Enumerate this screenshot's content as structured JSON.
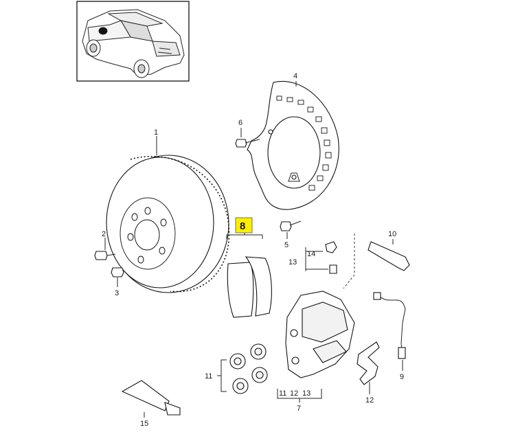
{
  "diagram": {
    "highlighted_callout": "8",
    "callouts": {
      "c1": "1",
      "c2": "2",
      "c3": "3",
      "c4": "4",
      "c5": "5",
      "c6": "6",
      "c7": "7",
      "c9": "9",
      "c10": "10",
      "c11": "11",
      "c12": "12",
      "c13": "13",
      "c14": "14",
      "c15": "15"
    },
    "caliper_subparts": {
      "a": "11",
      "b": "12",
      "c": "13"
    },
    "colors": {
      "highlight": "#ffee00",
      "line": "#222222"
    }
  }
}
